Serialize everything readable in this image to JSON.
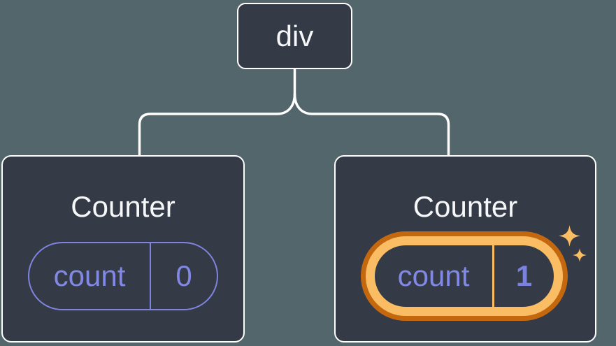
{
  "colors": {
    "bg": "#52666C",
    "card_bg": "#343A46",
    "card_border": "#FFFFFF",
    "connector": "#FFFFFF",
    "purple": "#7E84E0",
    "purple_text": "#8289E4",
    "purple_bold": "#7A81DF",
    "orange_dark": "#C4680F",
    "orange_light": "#FBBD64",
    "title_text": "#F6F7F9"
  },
  "icons": {
    "highlight_sparkle_large": "sparkle-star",
    "highlight_sparkle_small": "sparkle-star"
  },
  "tree": {
    "root": {
      "label": "div"
    },
    "children": [
      {
        "title": "Counter",
        "state": {
          "key": "count",
          "value": "0",
          "highlighted": false
        }
      },
      {
        "title": "Counter",
        "state": {
          "key": "count",
          "value": "1",
          "highlighted": true
        }
      }
    ]
  }
}
